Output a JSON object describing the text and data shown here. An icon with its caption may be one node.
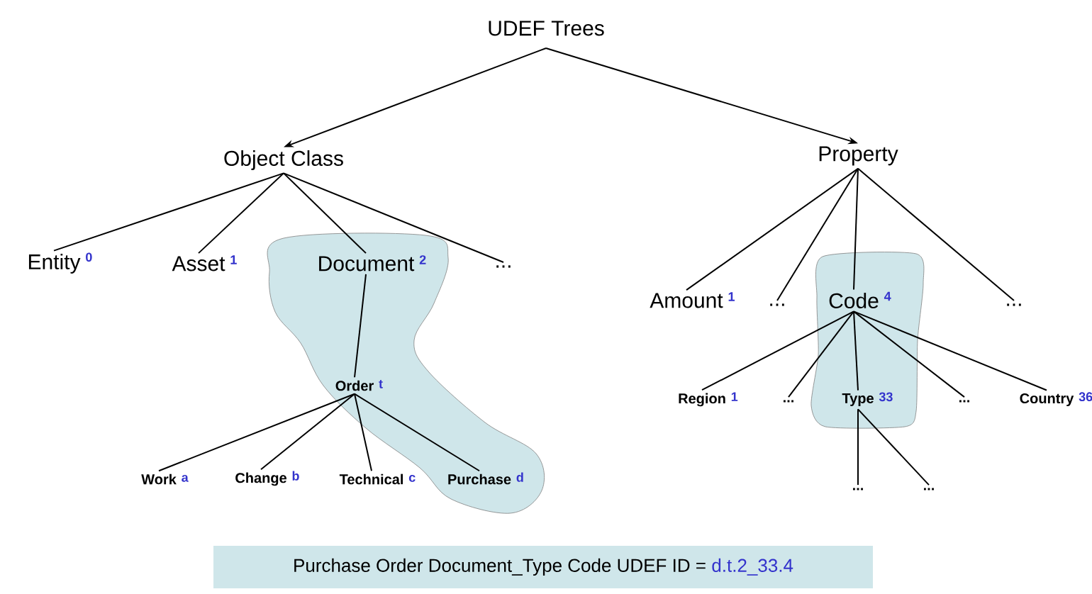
{
  "diagram": {
    "title": "UDEF Trees",
    "nodes": [
      {
        "text": [
          "Object Class"
        ]
      },
      {
        "text": [
          "Property"
        ]
      },
      {
        "text": [
          "Entity"
        ],
        "beside": [
          "0"
        ]
      },
      {
        "text": [
          "Asset"
        ],
        "beside": [
          "1"
        ]
      },
      {
        "text": [
          "Document"
        ],
        "beside": [
          "2"
        ]
      },
      {
        "text": [
          "..."
        ]
      },
      {
        "text": [
          "Order"
        ],
        "beside": [
          "t"
        ]
      },
      {
        "text": [
          "Work"
        ],
        "beside": [
          "a"
        ]
      },
      {
        "text": [
          "Change"
        ],
        "beside": [
          "b"
        ]
      },
      {
        "text": [
          "Technical"
        ],
        "beside": [
          "c"
        ]
      },
      {
        "text": [
          "Purchase"
        ],
        "beside": [
          "d"
        ]
      },
      {
        "text": [
          "Amount"
        ],
        "beside": [
          "1"
        ]
      },
      {
        "text": [
          "..."
        ]
      },
      {
        "text": [
          "Code"
        ],
        "beside": [
          "4"
        ]
      },
      {
        "text": [
          "..."
        ]
      },
      {
        "text": [
          "Region"
        ],
        "beside": [
          "1"
        ]
      },
      {
        "text": [
          "..."
        ]
      },
      {
        "text": [
          "Type"
        ],
        "beside": [
          "33"
        ]
      },
      {
        "text": [
          "..."
        ]
      },
      {
        "text": [
          "Country"
        ],
        "beside": [
          "36"
        ]
      },
      {
        "text": [
          "..."
        ]
      },
      {
        "text": [
          "..."
        ]
      }
    ],
    "edges": [
      {
        "from": null,
        "to": 0,
        "arrow": "to"
      },
      {
        "from": null,
        "to": 1,
        "arrow": "to"
      },
      {
        "from": 0,
        "to": 2,
        "arrow": "none"
      },
      {
        "from": 0,
        "to": 3,
        "arrow": "none"
      },
      {
        "from": 0,
        "to": 4,
        "arrow": "none"
      },
      {
        "from": 0,
        "to": 5,
        "arrow": "none"
      },
      {
        "from": 4,
        "to": 6,
        "arrow": "none"
      },
      {
        "from": 6,
        "to": 7,
        "arrow": "none"
      },
      {
        "from": 6,
        "to": 8,
        "arrow": "none"
      },
      {
        "from": 6,
        "to": 9,
        "arrow": "none"
      },
      {
        "from": 6,
        "to": 10,
        "arrow": "none"
      },
      {
        "from": 1,
        "to": 11,
        "arrow": "none"
      },
      {
        "from": 1,
        "to": 12,
        "arrow": "none"
      },
      {
        "from": 1,
        "to": 13,
        "arrow": "none"
      },
      {
        "from": 1,
        "to": 14,
        "arrow": "none"
      },
      {
        "from": 13,
        "to": 15,
        "arrow": "none"
      },
      {
        "from": 13,
        "to": 16,
        "arrow": "none"
      },
      {
        "from": 13,
        "to": 17,
        "arrow": "none"
      },
      {
        "from": 13,
        "to": 18,
        "arrow": "none"
      },
      {
        "from": 13,
        "to": 19,
        "arrow": "none"
      },
      {
        "from": 17,
        "to": 20,
        "arrow": "none"
      },
      {
        "from": 17,
        "to": 21,
        "arrow": "none"
      }
    ],
    "labels": [
      "Purchase Order Document_Type Code  UDEF ID =",
      "d.t.2_33.4"
    ]
  }
}
